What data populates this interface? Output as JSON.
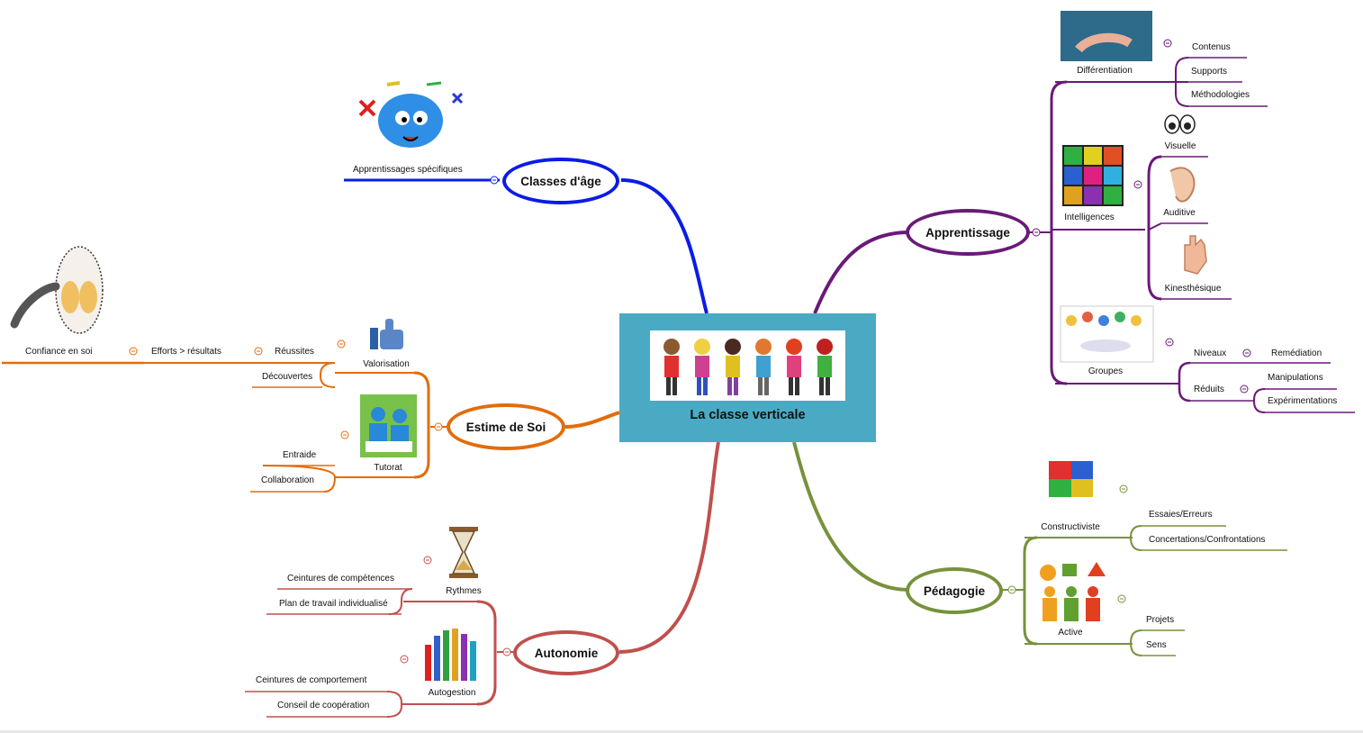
{
  "root": {
    "title": "La classe verticale",
    "image": "children-holding-hands-image"
  },
  "colors": {
    "classes": "#0a1ce6",
    "apprentissage": "#6a1a78",
    "estime": "#e36c0a",
    "autonomie": "#c0504d",
    "pedagogie": "#76923c",
    "root_bg": "#4aaac4"
  },
  "branches": {
    "classes": {
      "label": "Classes d'âge",
      "children": [
        "Apprentissages spécifiques"
      ]
    },
    "apprentissage": {
      "label": "Apprentissage",
      "differentiation": {
        "label": "Différentiation",
        "children": [
          "Contenus",
          "Supports",
          "Méthodologies"
        ]
      },
      "intelligences": {
        "label": "Intelligences",
        "children": [
          "Visuelle",
          "Auditive",
          "Kinesthésique"
        ]
      },
      "groupes": {
        "label": "Groupes",
        "niveaux": {
          "label": "Niveaux",
          "children": [
            "Remédiation"
          ]
        },
        "reduits": {
          "label": "Réduits",
          "children": [
            "Manipulations",
            "Expérimentations"
          ]
        }
      }
    },
    "estime": {
      "label": "Estime de Soi",
      "valorisation": {
        "label": "Valorisation",
        "reussites": "Réussites",
        "decouvertes": "Découvertes",
        "efforts": "Efforts  > résultats",
        "confiance": "Confiance en soi"
      },
      "tutorat": {
        "label": "Tutorat",
        "children": [
          "Entraide",
          "Collaboration"
        ]
      }
    },
    "autonomie": {
      "label": "Autonomie",
      "rythmes": {
        "label": "Rythmes",
        "children": [
          "Ceintures de compétences",
          "Plan de travail individualisé"
        ]
      },
      "autogestion": {
        "label": "Autogestion",
        "children": [
          "Ceintures de comportement",
          "Conseil de coopération"
        ]
      }
    },
    "pedagogie": {
      "label": "Pédagogie",
      "constructiviste": {
        "label": "Constructiviste",
        "children": [
          "Essaies/Erreurs",
          "Concertations/Confrontations"
        ]
      },
      "active": {
        "label": "Active",
        "children": [
          "Projets",
          "Sens"
        ]
      }
    }
  }
}
